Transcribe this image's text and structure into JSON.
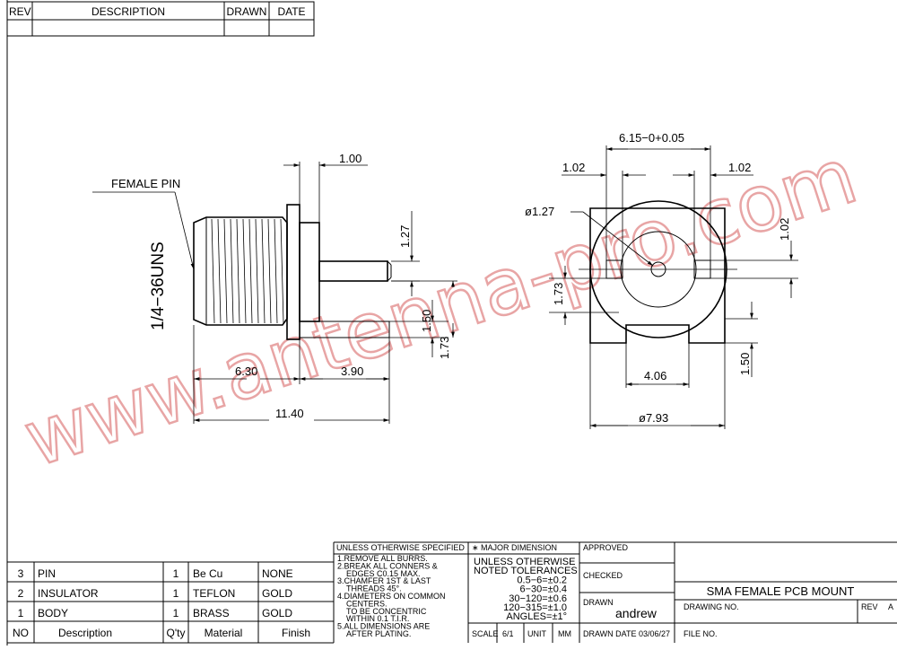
{
  "revision_header": {
    "rev": "REV",
    "description": "DESCRIPTION",
    "drawn": "DRAWN",
    "date": "DATE"
  },
  "dimensions": {
    "female_pin": "FEMALE PIN",
    "thread": "1/4−36UNS",
    "d_1_00": "1.00",
    "d_1_27": "1.27",
    "d_1_50_side": "1.50",
    "d_1_73_side": "1.73",
    "d_6_30": "6.30",
    "d_3_90": "3.90",
    "d_11_40": "11.40",
    "d_6_15": "6.15−0+0.05",
    "d_1_02_left": "1.02",
    "d_1_02_right": "1.02",
    "d_1_02_vert": "1.02",
    "d_dia_1_27": "ø1.27",
    "d_1_73_front": "1.73",
    "d_1_50_front": "1.50",
    "d_4_06": "4.06",
    "d_dia_7_93": "ø7.93"
  },
  "watermark": "www.antenna-pro.com",
  "bom": {
    "rows": [
      {
        "no": "3",
        "description": "PIN",
        "qty": "1",
        "material": "Be Cu",
        "finish": "NONE"
      },
      {
        "no": "2",
        "description": "INSULATOR",
        "qty": "1",
        "material": "TEFLON",
        "finish": "GOLD"
      },
      {
        "no": "1",
        "description": "BODY",
        "qty": "1",
        "material": "BRASS",
        "finish": "GOLD"
      }
    ],
    "header": {
      "no": "NO",
      "description": "Description",
      "qty": "Q'ty",
      "material": "Material",
      "finish": "Finish"
    }
  },
  "notes": {
    "title": "UNLESS OTHERWISE SPECIFIED",
    "lines": [
      "1.REMOVE ALL BURRS.",
      "2.BREAK ALL CONNERS &",
      "  EDGES C0.15 MAX.",
      "3.CHAMFER 1ST & LAST",
      "  THREADS 45°.",
      "4.DIAMETERS ON COMMON",
      "  CENTERS.",
      "  TO BE CONCENTRIC",
      "  WITHIN 0.1 T.I.R.",
      "5.ALL DIMENSIONS ARE",
      "  AFTER PLATING."
    ]
  },
  "tolerances": {
    "title": "∗ MAJOR DIMENSION",
    "lines": [
      "UNLESS OTHERWISE",
      "NOTED TOLERANCES",
      "0.5−6=±0.2",
      "6−30=±0.4",
      "30−120=±0.6",
      "120−315=±1.0",
      "ANGLES=±1°"
    ],
    "scale_label": "SCALE",
    "scale_value": "6/1",
    "unit_label": "UNIT",
    "unit_value": "MM"
  },
  "signoff": {
    "approved": "APPROVED",
    "checked": "CHECKED",
    "drawn": "DRAWN",
    "drawn_by": "andrew",
    "drawn_date": "DRAWN DATE 03/06/27"
  },
  "title_block": {
    "title": "SMA FEMALE PCB MOUNT",
    "drawing_no": "DRAWING NO.",
    "rev": "REV",
    "rev_value": "A",
    "file_no": "FILE NO."
  }
}
